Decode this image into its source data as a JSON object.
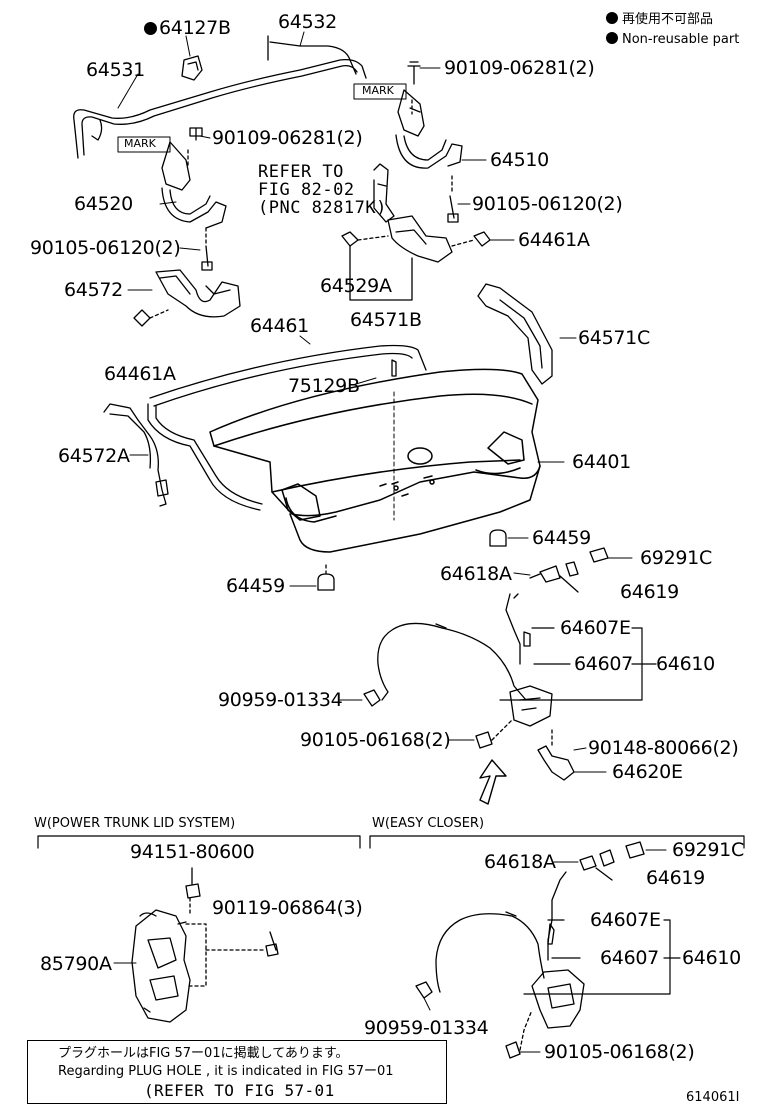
{
  "legend": {
    "jp": "再使用不可部品",
    "en": "Non-reusable part"
  },
  "parts": {
    "p64127B": "64127B",
    "p64532": "64532",
    "p64531": "64531",
    "p90109_a": "90109-06281(2)",
    "p90109_b": "90109-06281(2)",
    "p64510": "64510",
    "p90105_a": "90105-06120(2)",
    "p64520": "64520",
    "p90105_b": "90105-06120(2)",
    "p64461A_a": "64461A",
    "p64572": "64572",
    "p64529A": "64529A",
    "p64571B": "64571B",
    "p64461": "64461",
    "p64571C": "64571C",
    "p64461A_b": "64461A",
    "p75129B": "75129B",
    "p64572A": "64572A",
    "p64401": "64401",
    "p64459_a": "64459",
    "p69291C_a": "69291C",
    "p64618A_a": "64618A",
    "p64459_b": "64459",
    "p64619_a": "64619",
    "p64607E_a": "64607E",
    "p64607_a": "64607",
    "p64610_a": "64610",
    "p90959_a": "90959-01334",
    "p90105_c": "90105-06168(2)",
    "p90148": "90148-80066(2)",
    "p64620E": "64620E",
    "p94151": "94151-80600",
    "p90119": "90119-06864(3)",
    "p85790A": "85790A",
    "p64618A_b": "64618A",
    "p69291C_b": "69291C",
    "p64619_b": "64619",
    "p64607E_b": "64607E",
    "p64607_b": "64607",
    "p64610_b": "64610",
    "p90959_b": "90959-01334",
    "p90105_d": "90105-06168(2)"
  },
  "marks": [
    "MARK",
    "MARK"
  ],
  "refer": {
    "line1": "REFER TO",
    "line2": "FIG 82-02",
    "line3": "(PNC 82817K)"
  },
  "sections": {
    "power": "W(POWER TRUNK LID SYSTEM)",
    "closer": "W(EASY CLOSER)"
  },
  "note": {
    "jp": "プラグホールはFIG 57ー01に掲載してあります。",
    "en": "Regarding  PLUG  HOLE , it is indicated in  FIG  57ー01",
    "ref": "(REFER TO FIG 57-01"
  },
  "figure_id": "614061I"
}
